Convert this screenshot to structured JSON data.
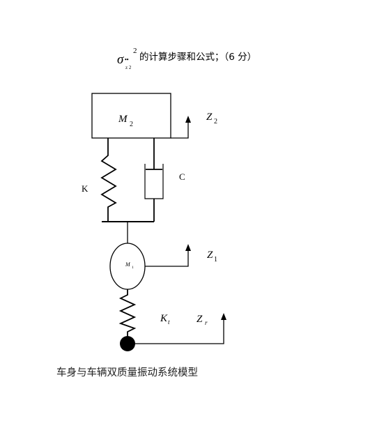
{
  "header": {
    "sigma": "σ",
    "dots": "••",
    "exponent": "2",
    "subscript": "z 2",
    "text": "的计算步骤和公式；（6 分）"
  },
  "diagram": {
    "mass2": {
      "letter": "M",
      "sub": "2"
    },
    "mass1": {
      "letter": "M",
      "sub": "1"
    },
    "spring_label": "K",
    "damper_label": "C",
    "tire_label": {
      "letter": "K",
      "sub": "t"
    },
    "z2": {
      "letter": "Z",
      "sub": "2"
    },
    "z1": {
      "letter": "Z",
      "sub": "1"
    },
    "zr": {
      "letter": "Z",
      "sub": "r"
    }
  },
  "caption": "车身与车辆双质量振动系统模型"
}
